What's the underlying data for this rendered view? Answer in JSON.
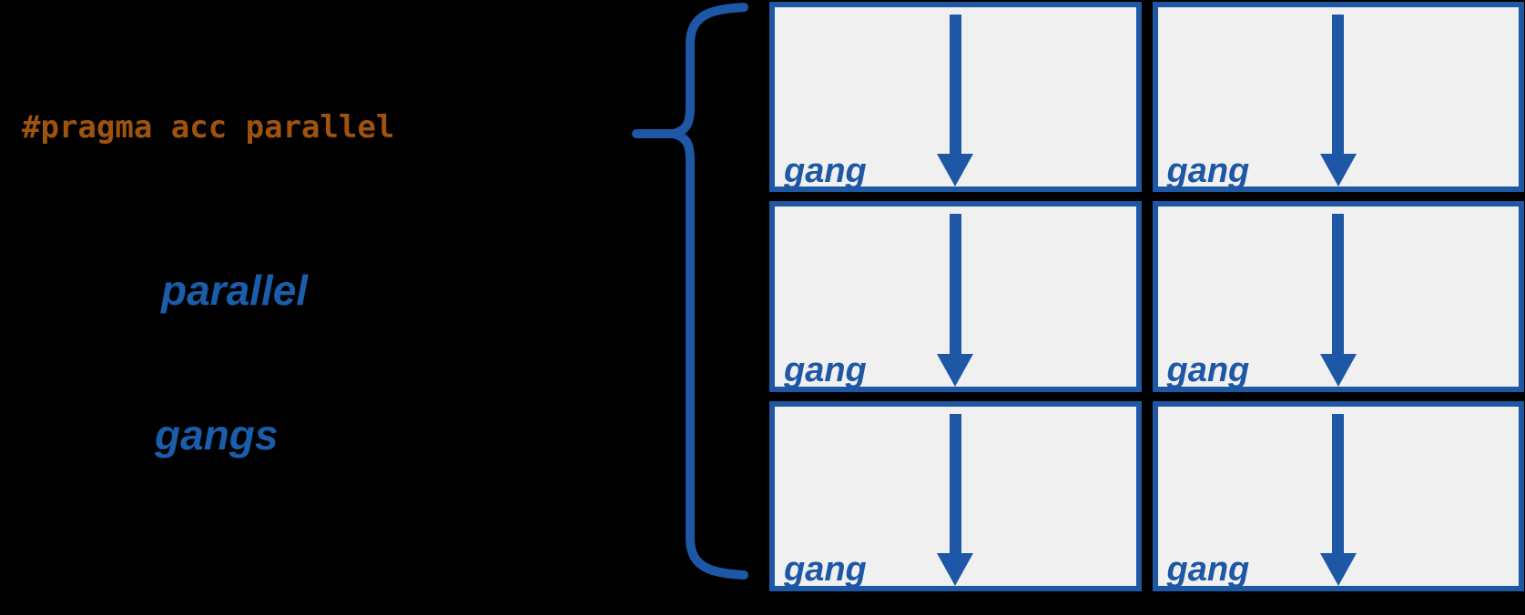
{
  "title": "OpenACC parallel construct gangs diagram",
  "colors": {
    "background": "#000000",
    "accent_blue": "#1d57a5",
    "box_border_blue": "#1e57a4",
    "keyword_blue": "#1a5dab",
    "pragma_orange": "#a0520f",
    "box_fill": "#f0f0f1"
  },
  "code": {
    "pragma": "#pragma acc parallel"
  },
  "annotations": {
    "keyword": "parallel",
    "subject": "gangs"
  },
  "grid": {
    "rows": 3,
    "columns": 2,
    "cell_count": 6,
    "cell_label": "gang"
  },
  "icons": {
    "brace": "left-curly-brace",
    "arrow": "down-arrow"
  }
}
